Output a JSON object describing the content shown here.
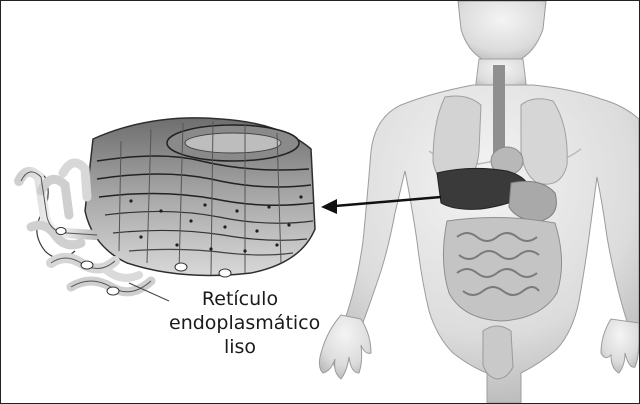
{
  "label": {
    "line1": "Retículo",
    "line2": "endoplasmático",
    "line3": "liso"
  }
}
